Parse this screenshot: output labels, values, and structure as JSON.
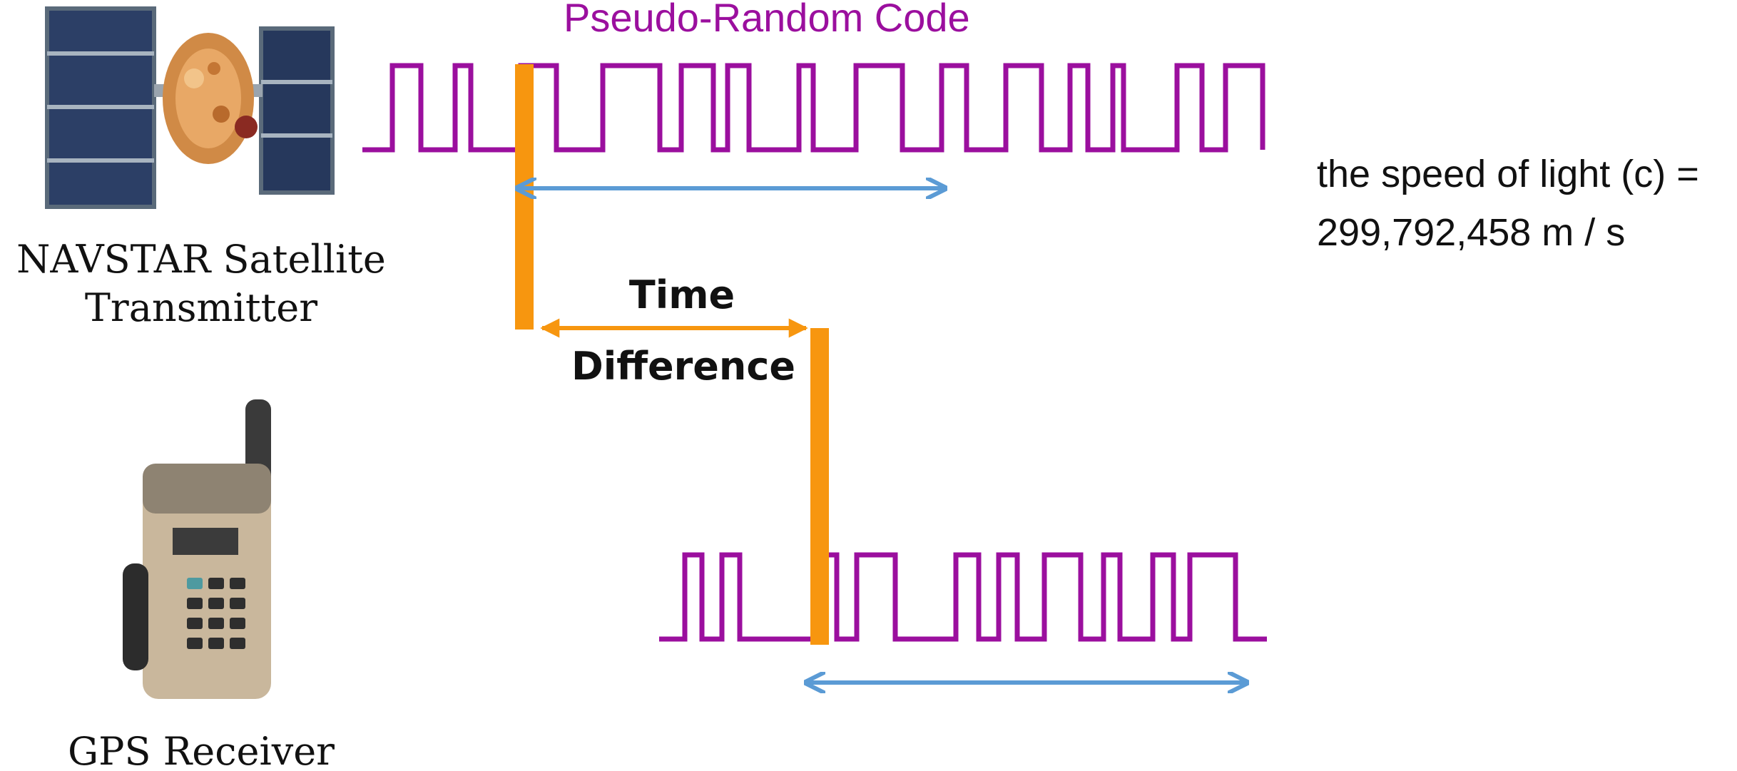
{
  "diagram": {
    "title": "Pseudo-Random Code",
    "satellite_label_line1": "NAVSTAR Satellite",
    "satellite_label_line2": "Transmitter",
    "receiver_label": "GPS Receiver",
    "time_label": "Time",
    "difference_label": "Difference",
    "speed_line1": "the speed of light (c) =",
    "speed_line2": "299,792,458 m / s"
  },
  "colors": {
    "code_wave": "#9b0f9e",
    "marker": "#f7960f",
    "span_arrow": "#5b9bd5"
  },
  "icons": [
    "satellite-image",
    "gps-receiver-image"
  ]
}
